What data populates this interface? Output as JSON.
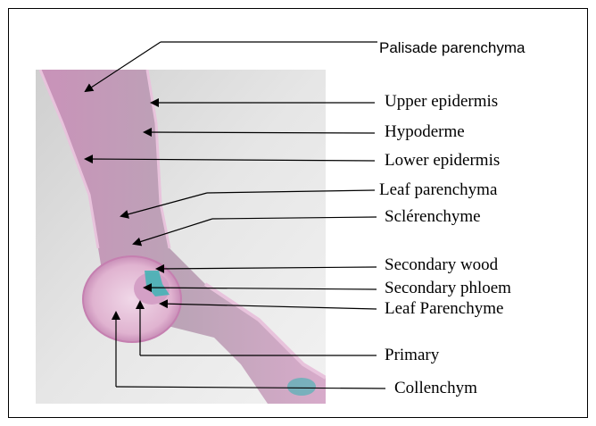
{
  "labels": {
    "palisade": "Palisade parenchyma",
    "upper_epidermis": "Upper epidermis",
    "hypoderme": "Hypoderme",
    "lower_epidermis": "Lower epidermis",
    "leaf_parenchyma": "Leaf parenchyma",
    "sclerenchyme": "Sclérenchyme",
    "secondary_wood": "Secondary wood",
    "secondary_phloem": "Secondary phloem",
    "leaf_parenchyme": "Leaf Parenchyme",
    "primary": "Primary",
    "collenchym": "Collenchym"
  },
  "colors": {
    "tissue": "#d9a6c9",
    "background": "#e2e2e2",
    "vascular": "#3cb4b4",
    "line": "#000000"
  }
}
